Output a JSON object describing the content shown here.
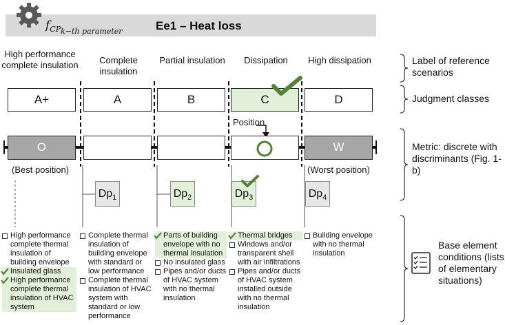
{
  "header": {
    "formula_base": "f",
    "formula_sub1": "CP",
    "formula_sub2": "k−th parameter",
    "title": "Ee1 – Heat loss"
  },
  "scenarios": [
    "High performance complete insulation",
    "Complete insulation",
    "Partial insulation",
    "Dissipation",
    "High dissipation"
  ],
  "classes": [
    "A+",
    "A",
    "B",
    "C",
    "D"
  ],
  "selected_class": "C",
  "metric": {
    "optimum": "O",
    "worst": "W",
    "position_label": "Position",
    "best_caption": "(Best position)",
    "worst_caption": "(Worst position)"
  },
  "discriminants": [
    {
      "base": "Dp",
      "sub": "1"
    },
    {
      "base": "Dp",
      "sub": "2"
    },
    {
      "base": "Dp",
      "sub": "3"
    },
    {
      "base": "Dp",
      "sub": "4"
    }
  ],
  "conditions": [
    [
      {
        "text": "High performance complete thermal insulation of building envelope",
        "checked": false
      },
      {
        "text": "Insulated glass",
        "checked": true
      },
      {
        "text": "High performance complete thermal insulation of HVAC system",
        "checked": true
      }
    ],
    [
      {
        "text": "Complete thermal insulation of building envelope with standard or low performance",
        "checked": false
      },
      {
        "text": "Complete thermal insulation of HVAC system with standard or low performance",
        "checked": false
      }
    ],
    [
      {
        "text": "Parts of building envelope with no thermal insulation",
        "checked": true
      },
      {
        "text": "No insulated glass",
        "checked": false
      },
      {
        "text": "Pipes and/or ducts of HVAC system with no thermal insulation",
        "checked": false
      }
    ],
    [
      {
        "text": "Thermal bridges",
        "checked": true
      },
      {
        "text": "Windows and/or transparent shell with air infiltrations",
        "checked": false
      },
      {
        "text": "Pipes and/or ducts of HVAC system installed outside with no thermal insulation",
        "checked": false
      }
    ],
    [
      {
        "text": "Building envelope with no thermal insulation",
        "checked": false
      }
    ]
  ],
  "right_labels": {
    "scenarios": "Label of reference scenarios",
    "classes": "Judgment classes",
    "metric": "Metric: discrete with discriminants (Fig. 1-b)",
    "conditions": "Base element conditions (lists of elementary situations)"
  },
  "colors": {
    "highlight": "#e2f0d9",
    "check": "#548235",
    "grey_box": "#a6a6a6",
    "title_bar": "#d9d9d9"
  }
}
